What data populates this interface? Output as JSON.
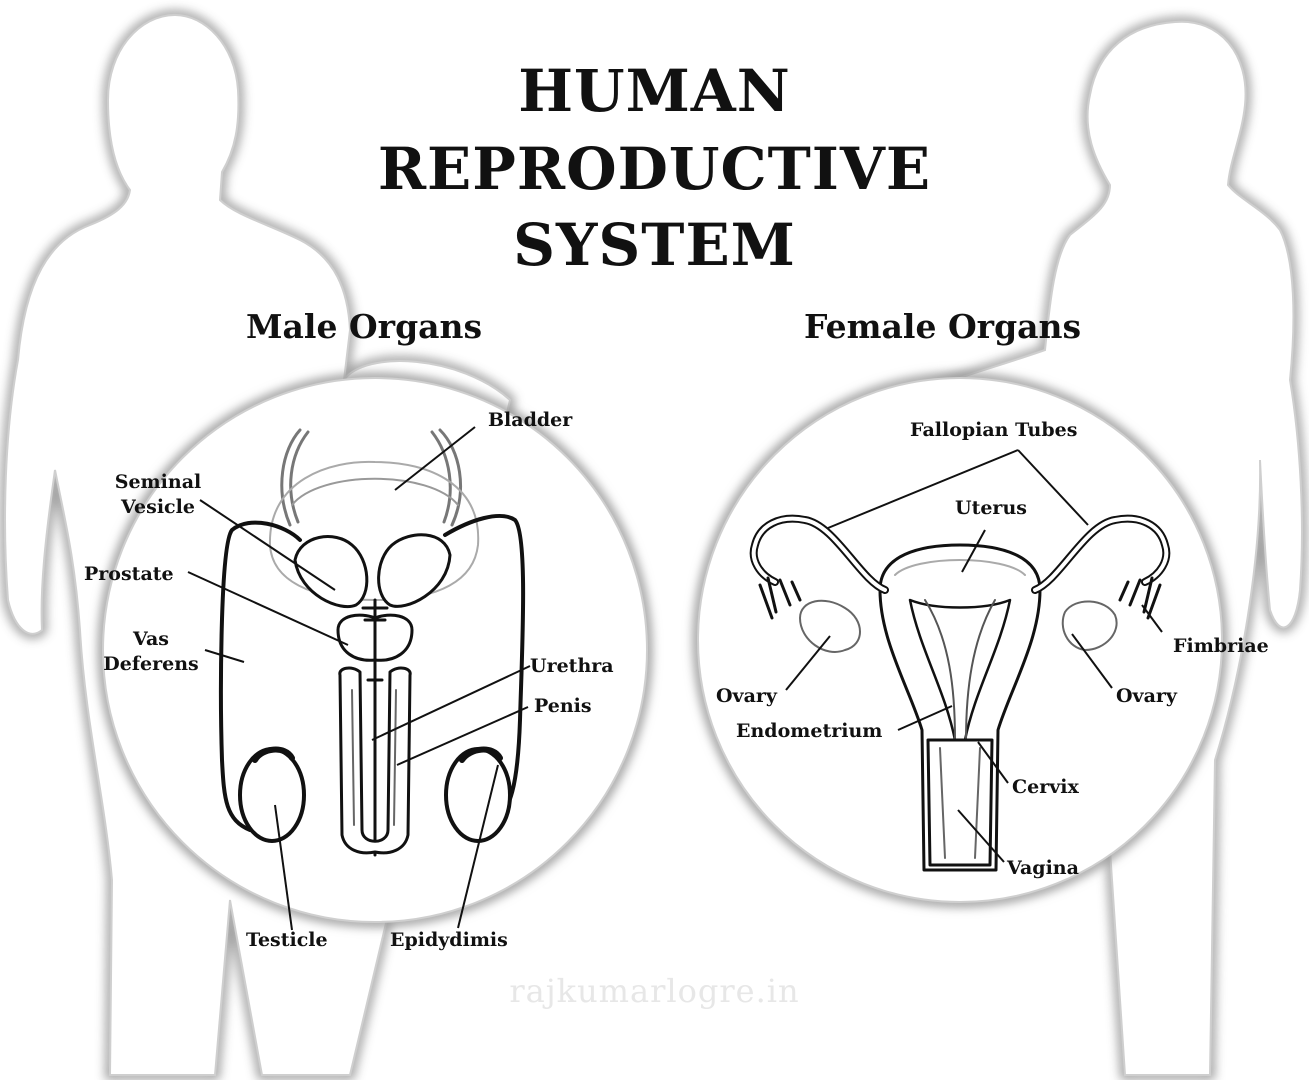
{
  "title": {
    "line1": "HUMAN",
    "line2": "REPRODUCTIVE",
    "line3": "SYSTEM"
  },
  "male": {
    "heading": "Male Organs",
    "labels": {
      "bladder": "Bladder",
      "seminal_vesicle_1": "Seminal",
      "seminal_vesicle_2": "Vesicle",
      "prostate": "Prostate",
      "vas_deferens_1": "Vas",
      "vas_deferens_2": "Deferens",
      "urethra": "Urethra",
      "penis": "Penis",
      "testicle": "Testicle",
      "epididymis": "Epidydimis"
    }
  },
  "female": {
    "heading": "Female Organs",
    "labels": {
      "fallopian_tubes": "Fallopian Tubes",
      "uterus": "Uterus",
      "fimbriae": "Fimbriae",
      "ovary_left": "Ovary",
      "ovary_right": "Ovary",
      "endometrium": "Endometrium",
      "cervix": "Cervix",
      "vagina": "Vagina"
    }
  },
  "watermark": "rajkumarlogre.in",
  "colors": {
    "ink": "#111111",
    "silhouette_fill": "#ffffff",
    "silhouette_glow": "#9a9a9a",
    "watermark": "#e7e7e7"
  }
}
